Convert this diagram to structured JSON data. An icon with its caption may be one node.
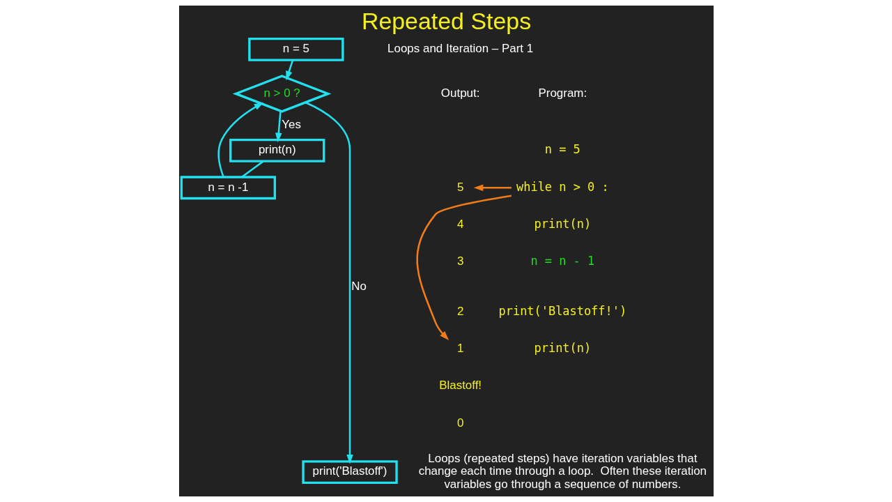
{
  "diagram": {
    "title": "Repeated Steps",
    "nodes": [
      {
        "text": [
          "n = 5"
        ]
      },
      {
        "text": [
          "n > 0 ?"
        ]
      },
      {
        "text": [
          "print(n)"
        ]
      },
      {
        "text": [
          "n = n -1"
        ]
      },
      {
        "text": [
          "print('Blastoff')"
        ]
      },
      {
        "text": [
          "while n > 0 :"
        ]
      },
      {
        "text": [
          "5"
        ]
      },
      {
        "text": [
          "1"
        ]
      }
    ],
    "edges": [
      {
        "from": 0,
        "to": 1,
        "arrow": "to"
      },
      {
        "from": 1,
        "to": 2,
        "arrow": "to",
        "label": "Yes"
      },
      {
        "from": 2,
        "to": 3,
        "arrow": "none"
      },
      {
        "from": 3,
        "to": 1,
        "arrow": "to"
      },
      {
        "from": 1,
        "to": 4,
        "arrow": "to",
        "label": "No"
      },
      {
        "from": 5,
        "to": 6,
        "arrow": "to",
        "color": "#f07c1c"
      },
      {
        "from": 5,
        "to": 7,
        "arrow": "to",
        "color": "#f07c1c"
      }
    ],
    "labels": [
      "Loops and Iteration – Part 1",
      "Program:",
      "n = 5",
      "print(n)",
      "n = n - 1",
      "print('Blastoff!')",
      "print(n)",
      "Output:",
      "4",
      "3",
      "2",
      "Blastoff!",
      "0",
      "Loops (repeated steps) have iteration variables that change each time through a loop.  Often these iteration variables go through a sequence of numbers."
    ]
  }
}
